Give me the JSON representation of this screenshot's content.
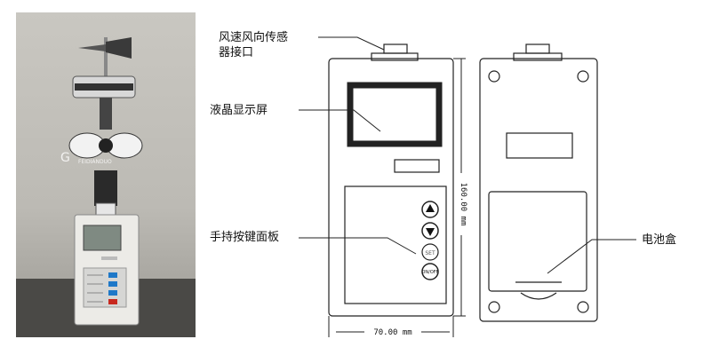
{
  "labels": {
    "sensor_port": "风速风向传感\n器接口",
    "lcd": "液晶显示屏",
    "keypad": "手持按键面板",
    "battery": "电池盒"
  },
  "dimensions": {
    "width": "70.00 mm",
    "height": "160.00 mm"
  },
  "buttons": {
    "set": "SET",
    "onoff": "ON/OFF"
  },
  "photo": {
    "watermark": "FEIDIANDUO"
  },
  "colors": {
    "line": "#222222",
    "panel_fill": "#ffffff",
    "photo_bg": "#c4c2bc"
  }
}
